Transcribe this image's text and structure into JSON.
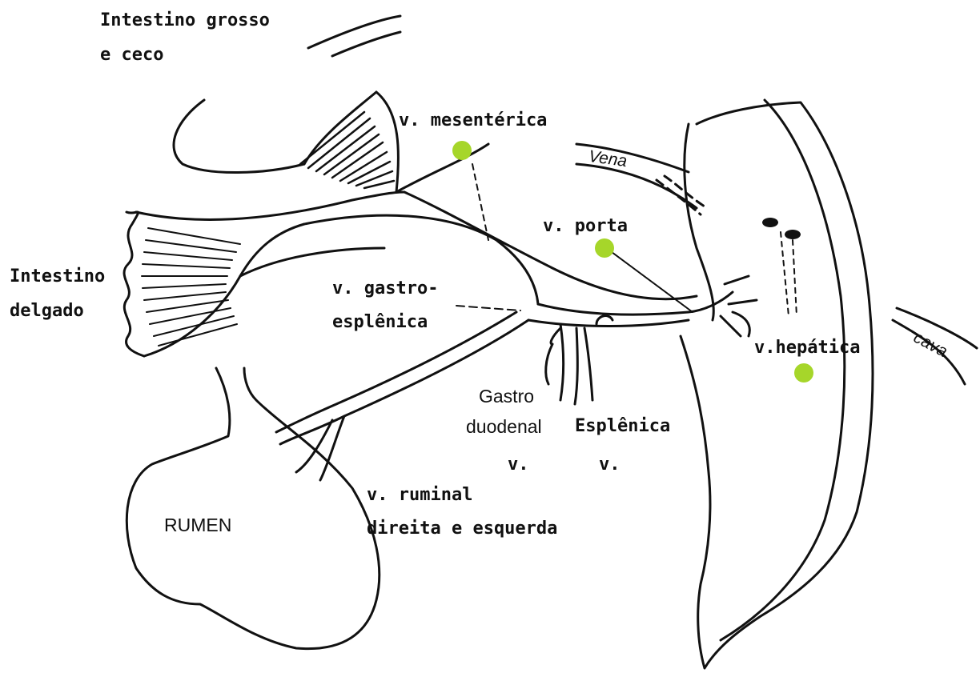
{
  "labels": {
    "intestino_grosso_1": "Intestino grosso",
    "intestino_grosso_2": "e ceco",
    "mesenterica": "v. mesentérica",
    "vena": "Vena",
    "porta": "v. porta",
    "intestino_delgado_1": "Intestino",
    "intestino_delgado_2": "delgado",
    "gastro_esplenica_1": "v. gastro-",
    "gastro_esplenica_2": "esplênica",
    "hepatica": "v.hepática",
    "cava": "cava",
    "gastro_duodenal_1": "Gastro",
    "gastro_duodenal_2": "duodenal",
    "gastro_duodenal_v": "v.",
    "esplenica": "Esplênica",
    "esplenica_v": "v.",
    "ruminal_1": "v. ruminal",
    "ruminal_2": "direita e esquerda",
    "rumen": "RUMEN"
  },
  "colors": {
    "marker": "#a6d62a",
    "ink": "#111111"
  }
}
